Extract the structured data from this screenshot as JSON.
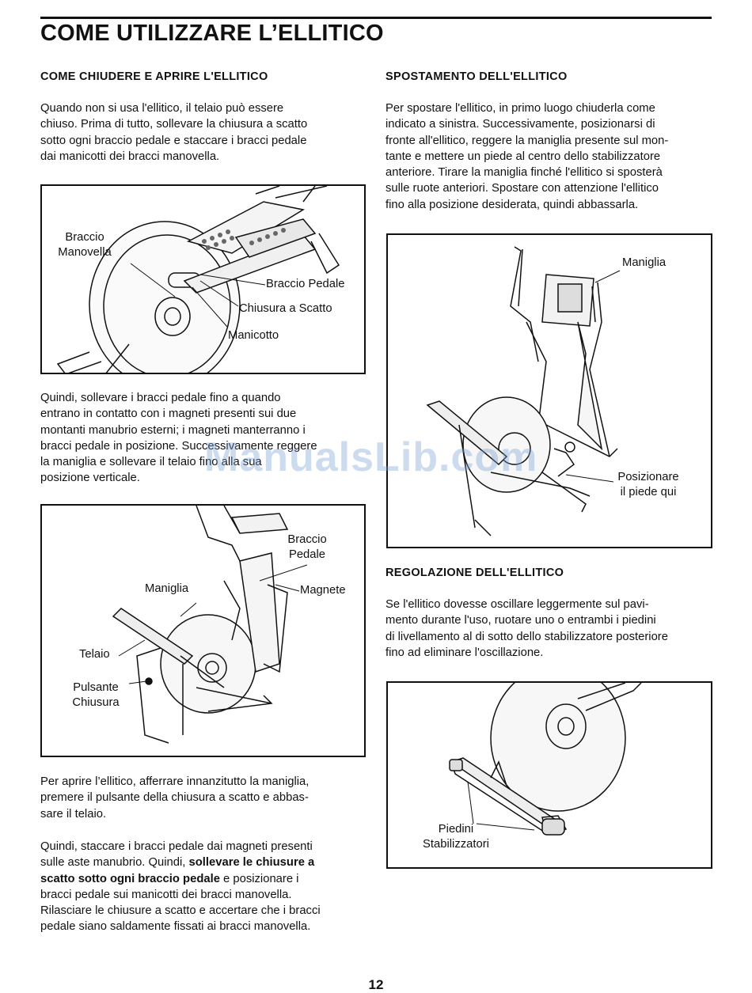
{
  "page": {
    "title": "COME UTILIZZARE L’ELLITICO",
    "page_number": "12",
    "watermark": "ManualsLib.com"
  },
  "left": {
    "section1": {
      "heading": "COME CHIUDERE E APRIRE L'ELLITICO",
      "lines": [
        "Quando non si usa l'ellitico, il telaio può essere",
        "chiuso. Prima di tutto, sollevare la chiusura a scatto",
        "sotto ogni braccio pedale e staccare i bracci pedale",
        "dai manicotti dei bracci manovella."
      ]
    },
    "figure1": {
      "labels": {
        "braccio_manovella": [
          "Braccio",
          "Manovella"
        ],
        "braccio_pedale": "Braccio Pedale",
        "chiusura_scatto": "Chiusura a Scatto",
        "manicotto": "Manicotto"
      }
    },
    "section2": {
      "lines": [
        "Quindi, sollevare i bracci pedale fino a quando",
        "entrano in contatto con i magneti presenti sui due",
        "montanti manubrio esterni; i magneti manterranno i",
        "bracci pedale in posizione. Successivamente reggere",
        "la maniglia e sollevare il telaio fino alla sua",
        "posizione verticale."
      ]
    },
    "figure2": {
      "labels": {
        "braccio_pedale": [
          "Braccio",
          "Pedale"
        ],
        "maniglia": "Maniglia",
        "magnete": "Magnete",
        "telaio": "Telaio",
        "pulsante_chiusura": [
          "Pulsante",
          "Chiusura"
        ]
      }
    },
    "section3": {
      "lines": [
        "Per aprire l’ellitico, afferrare innanzitutto la maniglia,",
        "premere il pulsante della chiusura a scatto e abbas-",
        "sare il telaio."
      ]
    },
    "section4": {
      "line1": "Quindi, staccare i bracci pedale dai magneti presenti",
      "line2_normal": "sulle aste manubrio. Quindi, ",
      "line2_bold": "sollevare le chiusure a",
      "line3_bold": "scatto sotto ogni braccio pedale",
      "line3_normal": " e posizionare i",
      "line4": "bracci pedale sui manicotti dei bracci manovella.",
      "line5": "Rilasciare le chiusure a scatto e accertare che i bracci",
      "line6": "pedale siano saldamente fissati ai bracci manovella."
    }
  },
  "right": {
    "section1": {
      "heading": "SPOSTAMENTO DELL'ELLITICO",
      "lines": [
        "Per spostare l'ellitico, in primo luogo chiuderla come",
        "indicato a sinistra. Successivamente, posizionarsi di",
        "fronte all'ellitico, reggere la maniglia presente sul mon-",
        "tante e mettere un piede al centro dello stabilizzatore",
        "anteriore. Tirare la maniglia finché l'ellitico si sposterà",
        "sulle ruote anteriori. Spostare con attenzione l'ellitico",
        "fino alla posizione desiderata, quindi abbassarla."
      ]
    },
    "figure3": {
      "labels": {
        "maniglia": "Maniglia",
        "posizionare": [
          "Posizionare",
          "il piede qui"
        ]
      }
    },
    "section2": {
      "heading": "REGOLAZIONE DELL'ELLITICO",
      "lines": [
        "Se l'ellitico dovesse oscillare leggermente sul pavi-",
        "mento durante l'uso, ruotare uno o entrambi i piedini",
        "di livellamento al di sotto dello stabilizzatore posteriore",
        "fino ad eliminare l'oscillazione."
      ]
    },
    "figure4": {
      "labels": {
        "piedini": [
          "Piedini",
          "Stabilizzatori"
        ]
      }
    }
  }
}
